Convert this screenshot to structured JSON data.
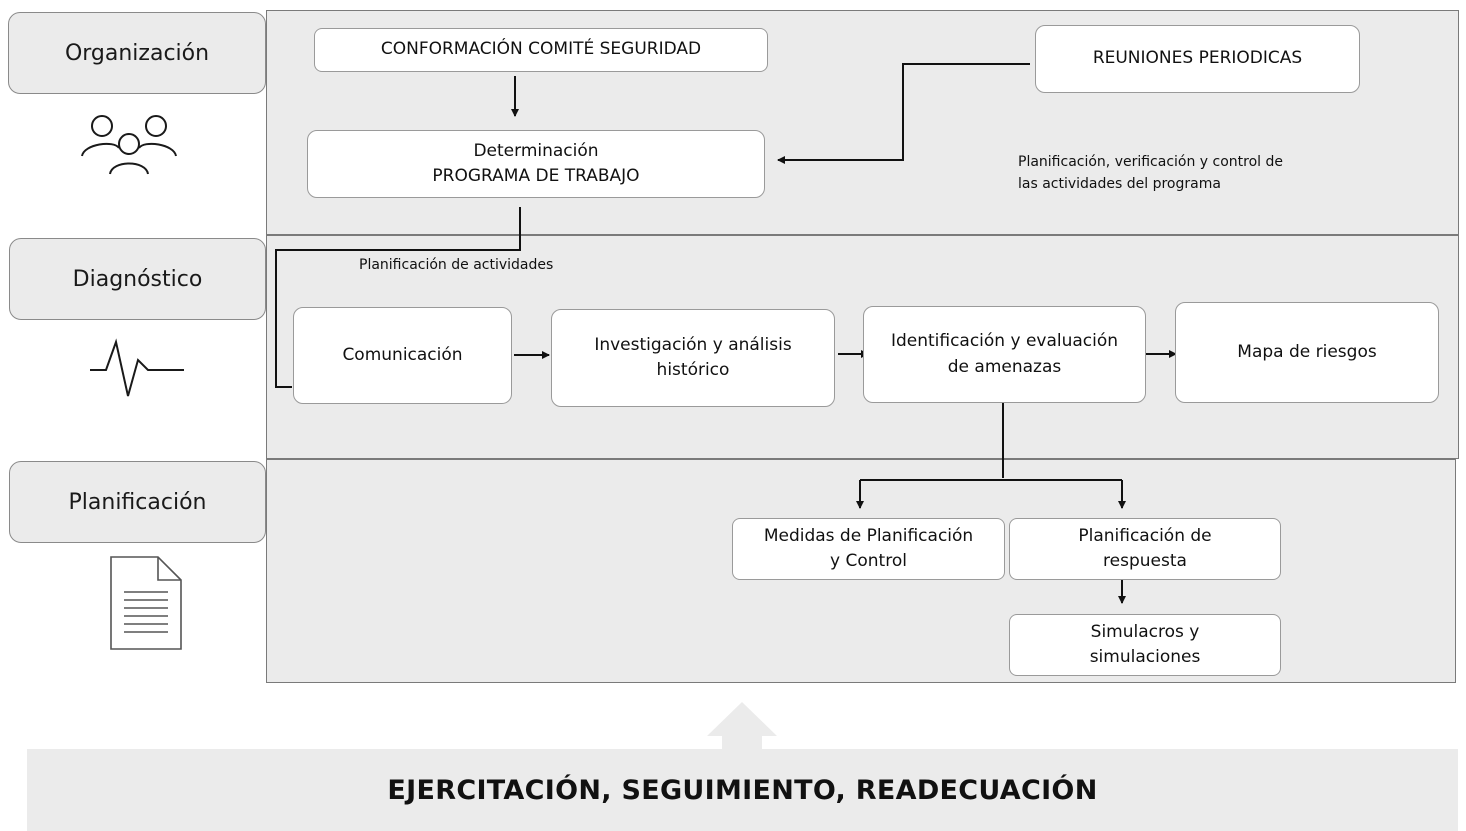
{
  "stages": {
    "organizacion": "Organización",
    "diagnostico": "Diagnóstico",
    "planificacion": "Planificación"
  },
  "icons": {
    "organizacion": "people-group-icon",
    "diagnostico": "heartbeat-pulse-icon",
    "planificacion": "document-icon"
  },
  "organizacion": {
    "comite": "CONFORMACIÓN COMITÉ SEGURIDAD",
    "reuniones": "REUNIONES PERIODICAS",
    "determinacion_line1": "Determinación",
    "determinacion_line2": "PROGRAMA DE TRABAJO",
    "note_line1": "Planificación, verificación y  control de",
    "note_line2": "las actividades del programa"
  },
  "diagnostico": {
    "note": "Planificación de actividades",
    "comunicacion": "Comunicación",
    "investigacion_line1": "Investigación y análisis",
    "investigacion_line2": "histórico",
    "identificacion_line1": "Identificación y evaluación",
    "identificacion_line2": "de amenazas",
    "mapa": "Mapa de riesgos"
  },
  "planificacion": {
    "medidas_line1": "Medidas de Planificación",
    "medidas_line2": "y Control",
    "respuesta_line1": "Planificación de",
    "respuesta_line2": "respuesta",
    "simulacros_line1": "Simulacros y",
    "simulacros_line2": "simulaciones"
  },
  "footer": "EJERCITACIÓN, SEGUIMIENTO, READECUACIÓN"
}
